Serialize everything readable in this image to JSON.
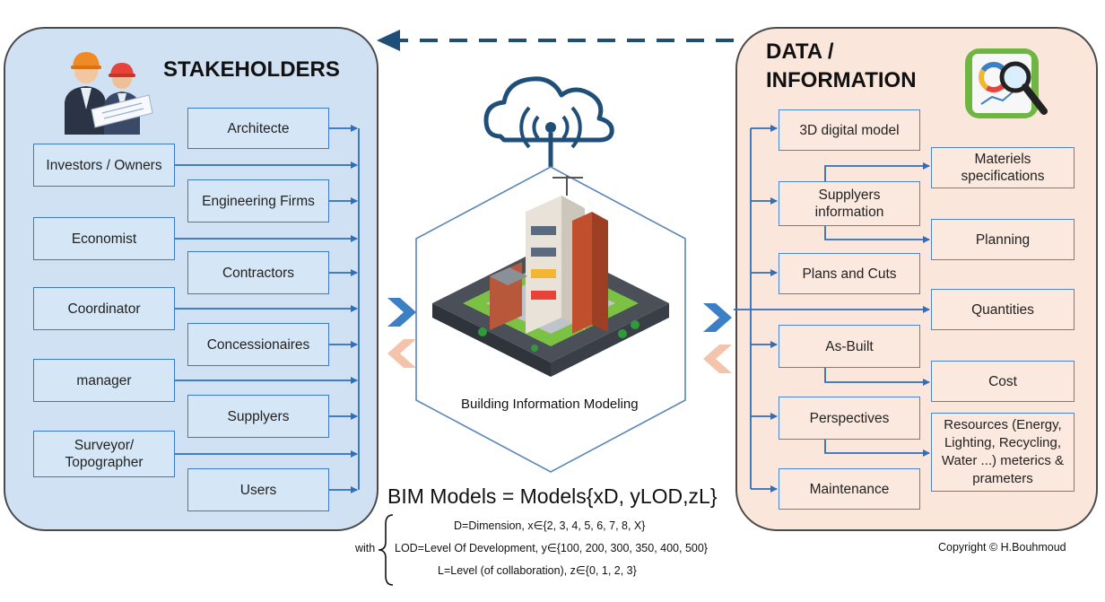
{
  "stakeholders": {
    "title": "STAKEHOLDERS",
    "items": [
      "Architecte",
      "Investors / Owners",
      "Engineering Firms",
      "Economist",
      "Contractors",
      "Coordinator",
      "Concessionaires",
      "manager",
      "Supplyers",
      "Surveyor/ Topographer",
      "Users"
    ]
  },
  "data_info": {
    "title_line1": "DATA /",
    "title_line2": "INFORMATION",
    "left_items": [
      "3D digital model",
      "Supplyers information",
      "Plans and Cuts",
      "As-Built",
      "Perspectives",
      "Maintenance"
    ],
    "right_items": [
      "Materiels specifications",
      "Planning",
      "Quantities",
      "Cost",
      "Resources (Energy, Lighting, Recycling, Water ...) meterics & prameters"
    ]
  },
  "center": {
    "caption": "Building Information Modeling",
    "formula": "BIM Models = Models{xD, yLOD,zL}",
    "with_label": "with",
    "definitions": [
      "D=Dimension,  x∈{2, 3, 4, 5, 6, 7, 8, X}",
      "LOD=Level Of Development,  y∈{100, 200, 300, 350, 400, 500}",
      "L=Level (of collaboration),  z∈{0, 1, 2, 3}"
    ]
  },
  "copyright": "Copyright © H.Bouhmoud",
  "icons": [
    "construction-workers-icon",
    "cloud-wireless-icon",
    "building-illustration",
    "data-analysis-icon",
    "chevron-right-icon",
    "chevron-left-icon",
    "dashed-arrow-left-icon"
  ],
  "colors": {
    "left_panel": "#cfe1f3",
    "right_panel": "#fbe6dc",
    "box_border": "#3b7ac9",
    "arrow": "#2e6fbd",
    "dashed_arrow": "#1f4e79",
    "chevron_blue": "#3d7fc4",
    "chevron_peach": "#f4c3ab"
  }
}
